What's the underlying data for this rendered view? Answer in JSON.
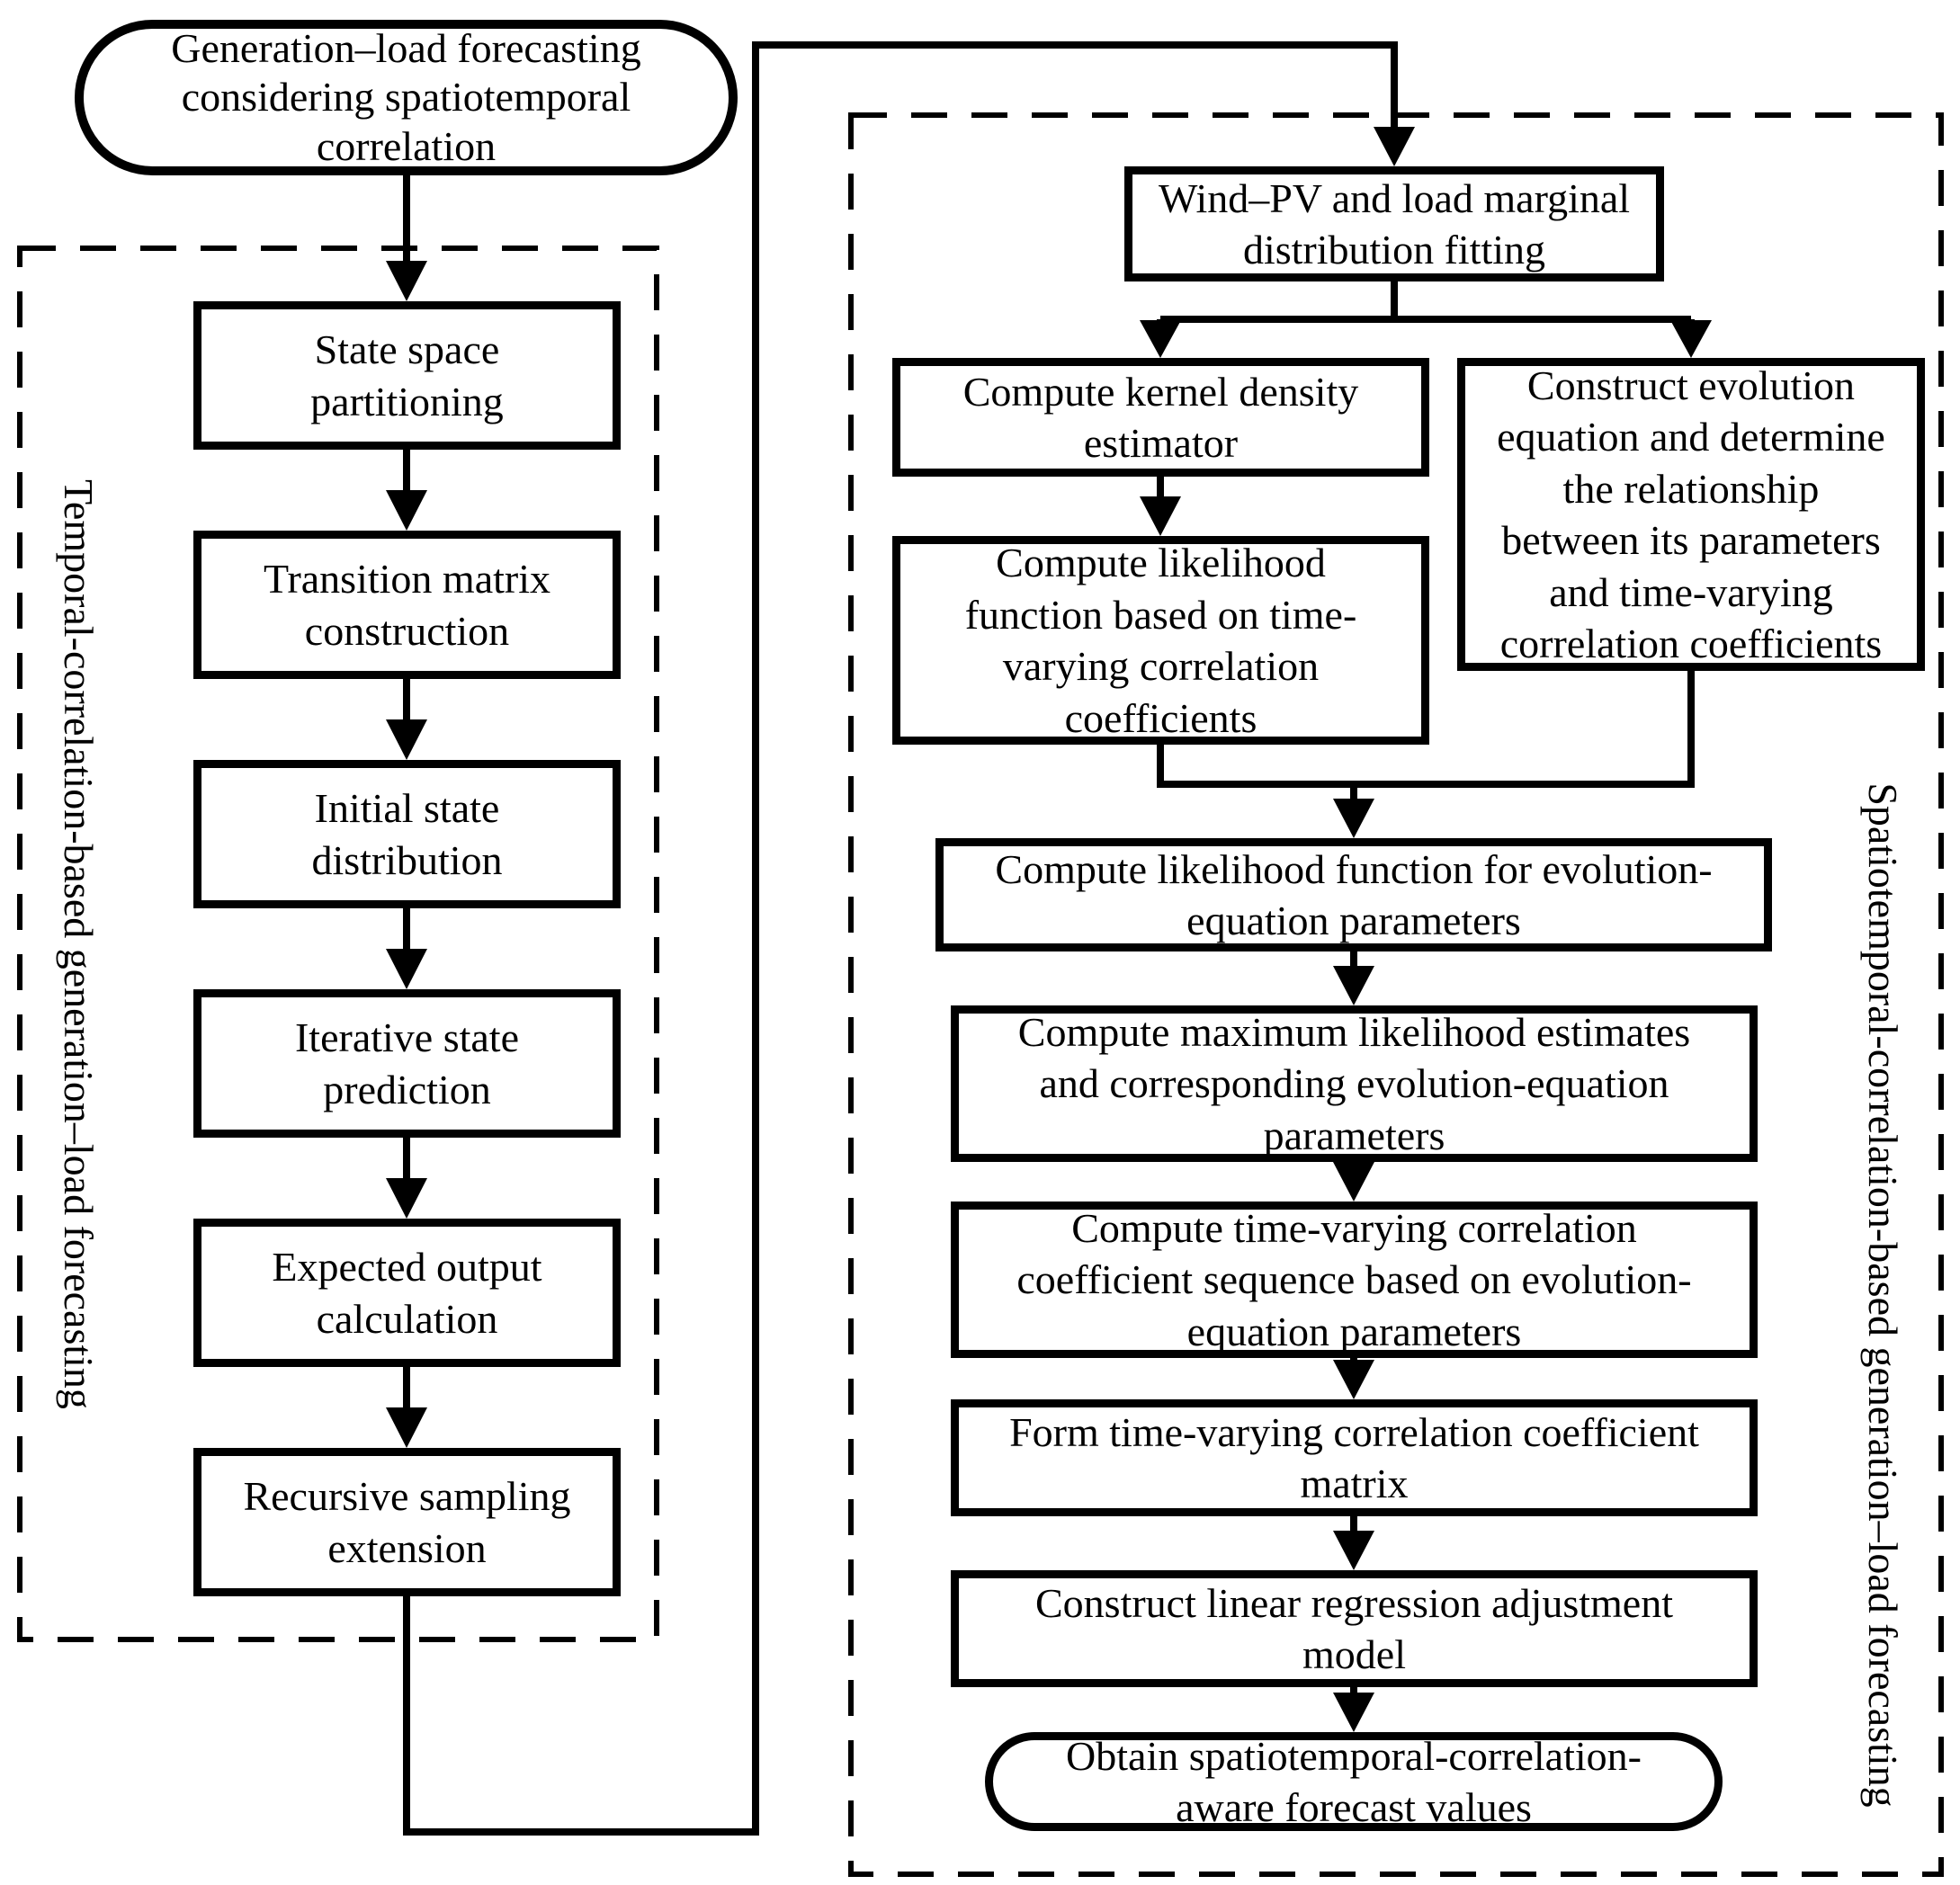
{
  "colors": {
    "ink": "#000000",
    "paper": "#ffffff"
  },
  "start": {
    "label": "Generation–load forecasting\nconsidering spatiotemporal\ncorrelation"
  },
  "left_panel": {
    "label": "Temporal-correlation-based generation–load forecasting",
    "steps": [
      "State space\npartitioning",
      "Transition matrix\nconstruction",
      "Initial state\ndistribution",
      "Iterative state\nprediction",
      "Expected output\ncalculation",
      "Recursive sampling\nextension"
    ]
  },
  "right_panel": {
    "label": "Spatiotemporal-correlation-based generation–load forecasting",
    "steps": {
      "wind_pv": "Wind–PV and load marginal\ndistribution fitting",
      "kernel_density": "Compute kernel density\nestimator",
      "construct_evolution": "Construct evolution\nequation and determine\nthe relationship\nbetween its parameters\nand time-varying\ncorrelation coefficients",
      "likelihood_time_varying": "Compute likelihood\nfunction based on time-\nvarying correlation\ncoefficients",
      "likelihood_evolution": "Compute likelihood function for evolution-\nequation parameters",
      "max_likelihood": "Compute maximum likelihood estimates\nand corresponding evolution-equation\nparameters",
      "tv_coefficient_sequence": "Compute time-varying correlation\ncoefficient sequence based on evolution-\nequation parameters",
      "form_matrix": "Form time-varying correlation coefficient\nmatrix",
      "linear_regression": "Construct linear regression adjustment\nmodel",
      "output": "Obtain spatiotemporal-correlation-\naware forecast values"
    }
  }
}
